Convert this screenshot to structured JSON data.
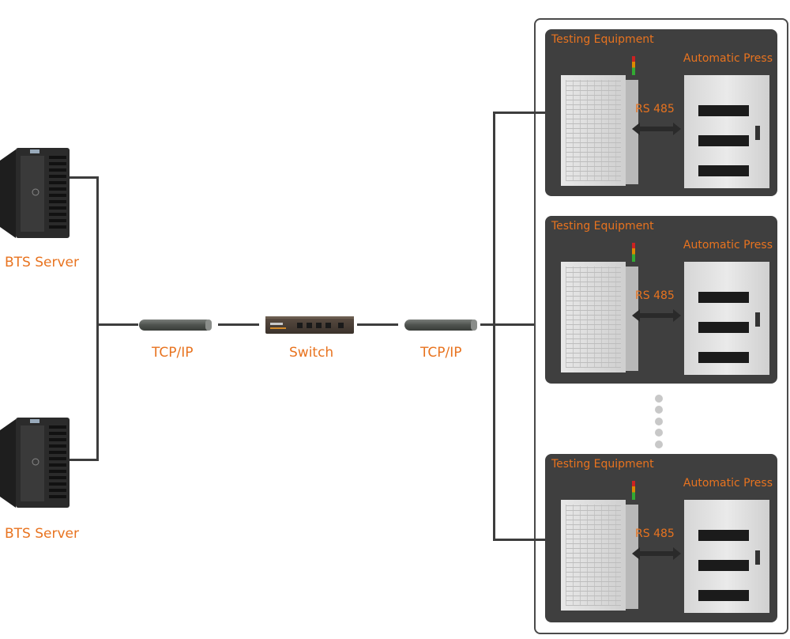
{
  "diagram": {
    "servers": [
      {
        "label": "BTS Server"
      },
      {
        "label": "BTS Server"
      }
    ],
    "links": [
      {
        "label": "TCP/IP"
      },
      {
        "label": "TCP/IP"
      }
    ],
    "switch": {
      "label": "Switch"
    },
    "stations": [
      {
        "tester_label": "Testing Equipment",
        "press_label": "Automatic Press",
        "link_label": "RS 485"
      },
      {
        "tester_label": "Testing Equipment",
        "press_label": "Automatic Press",
        "link_label": "RS 485"
      },
      {
        "tester_label": "Testing Equipment",
        "press_label": "Automatic Press",
        "link_label": "RS 485"
      }
    ],
    "continuation_indicator": "vertical-ellipsis",
    "colors": {
      "label": "#e8731f",
      "panel": "#3f3f3f",
      "line": "#3d3d3d"
    }
  }
}
